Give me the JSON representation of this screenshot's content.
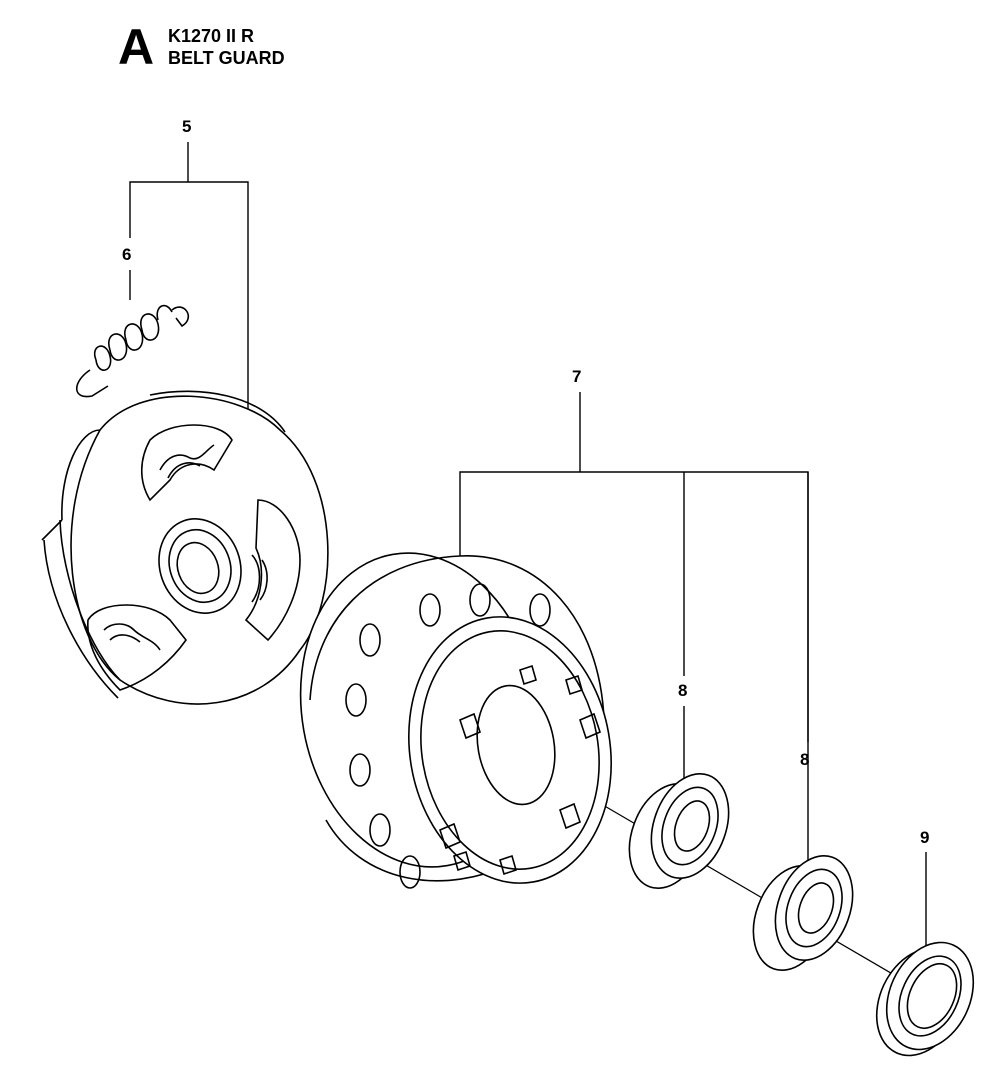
{
  "header": {
    "section_letter": "A",
    "model": "K1270 II R",
    "title": "BELT GUARD"
  },
  "callouts": {
    "c5": "5",
    "c6": "6",
    "c7": "7",
    "c8a": "8",
    "c8b": "8",
    "c9": "9"
  },
  "colors": {
    "ink": "#000000",
    "paper": "#ffffff"
  }
}
